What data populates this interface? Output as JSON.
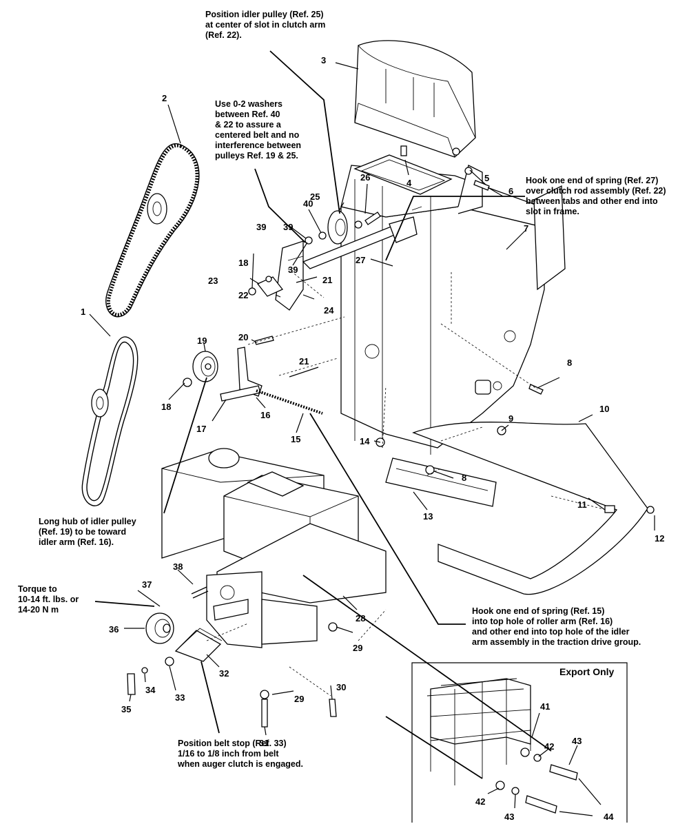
{
  "notes": {
    "idler_pulley_position": "Position idler pulley (Ref. 25)\nat center of slot in clutch arm\n(Ref. 22).",
    "washers": "Use 0-2 washers\nbetween Ref. 40\n& 22 to assure a\ncentered belt and no\ninterference between\npulleys Ref. 19 & 25.",
    "spring_27": "Hook one end of spring (Ref. 27)\nover clutch rod assembly (Ref. 22)\nbetween tabs and other end into\nslot in frame.",
    "long_hub": "Long hub of idler pulley\n(Ref. 19) to be toward\nidler arm (Ref. 16).",
    "torque": "Torque to\n10-14 ft. lbs. or\n14-20 N m",
    "spring_15": "Hook one end of spring (Ref. 15)\ninto top hole of roller arm (Ref. 16)\nand other end into top hole of the idler\narm assembly in the traction drive group.",
    "belt_stop": "Position belt stop (Ref. 33)\n1/16 to 1/8 inch from belt\nwhen auger clutch is engaged."
  },
  "export_box": {
    "label": "Export Only"
  },
  "refs": [
    "1",
    "2",
    "3",
    "4",
    "5",
    "6",
    "7",
    "8",
    "8",
    "9",
    "10",
    "11",
    "12",
    "13",
    "14",
    "15",
    "16",
    "17",
    "18",
    "18",
    "19",
    "20",
    "21",
    "21",
    "22",
    "23",
    "24",
    "25",
    "26",
    "27",
    "28",
    "29",
    "29",
    "30",
    "31",
    "32",
    "33",
    "34",
    "35",
    "36",
    "37",
    "38",
    "39",
    "39",
    "39",
    "40",
    "41",
    "42",
    "42",
    "43",
    "43",
    "44"
  ]
}
